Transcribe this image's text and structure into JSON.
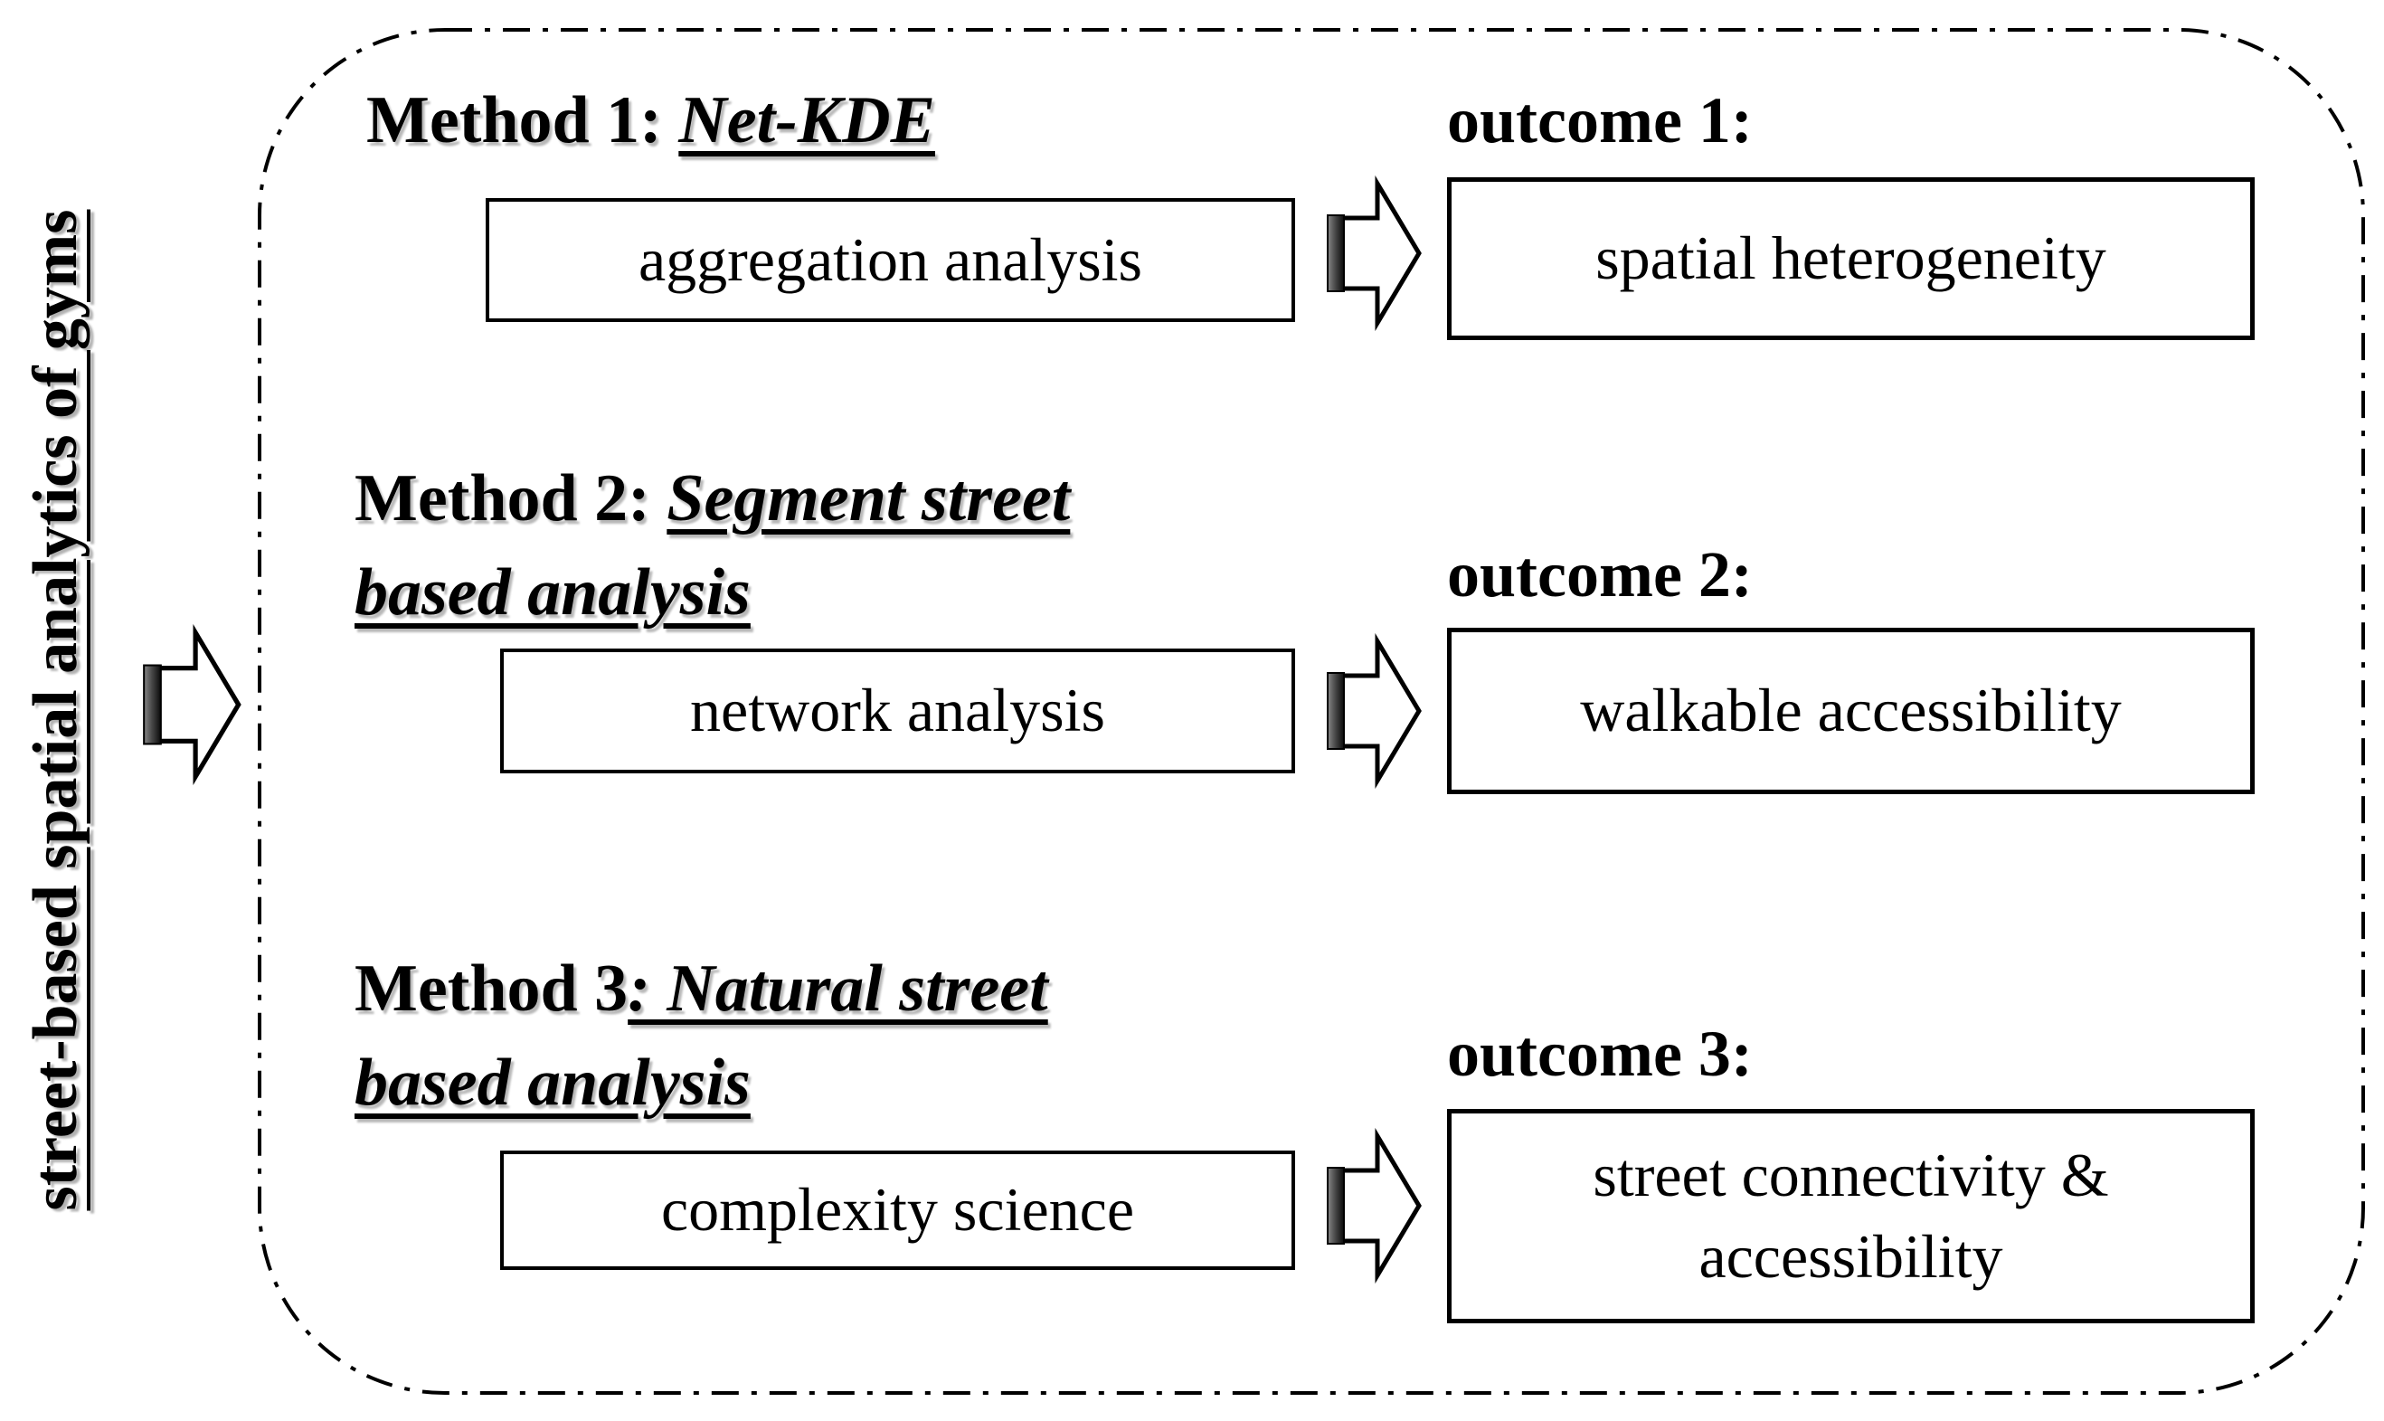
{
  "side_label": "street-based spatial analytics of gyms",
  "rows": [
    {
      "method_prefix": "Method 1: ",
      "method_name": "Net-KDE",
      "method_box": "aggregation analysis",
      "outcome_label": "outcome 1:",
      "outcome_box": "spatial heterogeneity"
    },
    {
      "method_prefix": "Method 2: ",
      "method_name": "Segment street based analysis",
      "method_box": "network analysis",
      "outcome_label": "outcome 2:",
      "outcome_box": "walkable accessibility"
    },
    {
      "method_prefix": "Method 3",
      "method_name": ": Natural street based analysis",
      "method_box": "complexity science",
      "outcome_label": "outcome 3:",
      "outcome_box": "street connectivity & accessibility"
    }
  ],
  "colors": {
    "ink": "#000000",
    "background": "#ffffff",
    "box_fill": "#ffffff",
    "arrow_fill": "#ffffff",
    "arrow_bar_light": "#8a8a8a",
    "arrow_bar_mid": "#4a4a4a",
    "arrow_bar_dark": "#0a0a0a"
  }
}
